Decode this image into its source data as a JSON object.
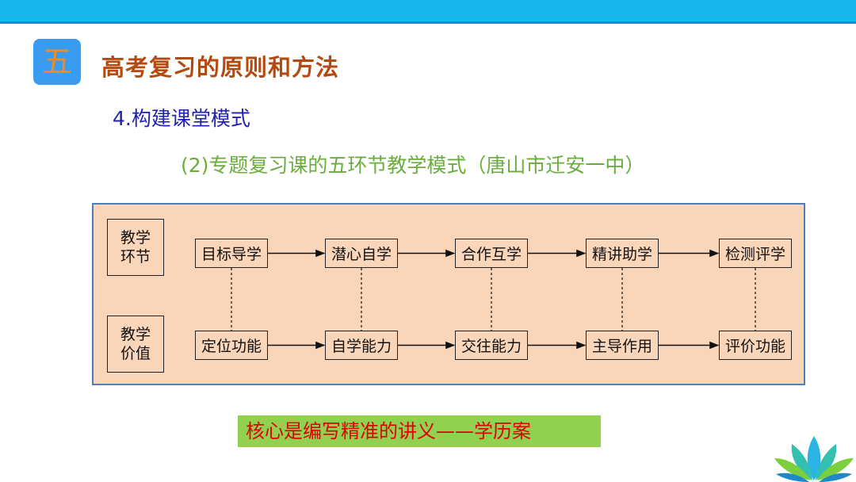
{
  "header": {
    "section_number": "五",
    "title": "高考复习的原则和方法",
    "subtitle": "4.构建课堂模式",
    "caption": "(2)专题复习课的五环节教学模式（唐山市迁安一中）"
  },
  "diagram": {
    "row_labels": [
      {
        "line1": "教学",
        "line2": "环节"
      },
      {
        "line1": "教学",
        "line2": "价值"
      }
    ],
    "steps": [
      "目标导学",
      "潜心自学",
      "合作互学",
      "精讲助学",
      "检测评学"
    ],
    "values": [
      "定位功能",
      "自学能力",
      "交往能力",
      "主导作用",
      "评价功能"
    ]
  },
  "highlight": "核心是编写精准的讲义——学历案",
  "colors": {
    "top_bar": "#19b8ec",
    "badge": "#3a9cf0",
    "title": "#b24a11",
    "subtitle": "#1f1fb5",
    "caption": "#6aad3d",
    "panel_fill": "#f9d6b9",
    "panel_border": "#4f7fb6",
    "highlight_bg": "#92d050",
    "highlight_text": "#e00000"
  },
  "icons": [
    "lotus-logo-icon"
  ]
}
